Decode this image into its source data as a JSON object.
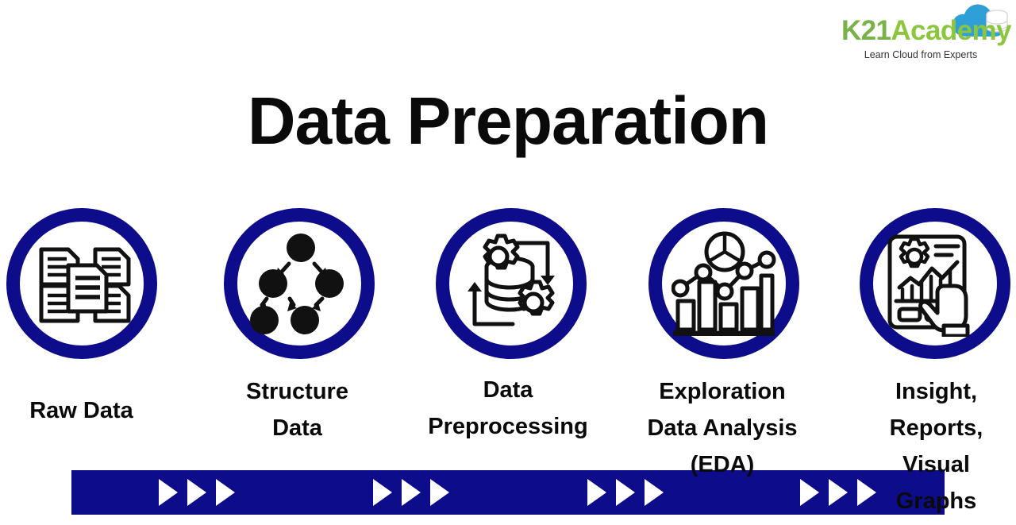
{
  "logo": {
    "brand_primary": "K21",
    "brand_secondary": "Academy",
    "tagline": "Learn Cloud from Experts",
    "green_primary": "#79b247",
    "green_secondary": "#8cc63f",
    "cloud_color": "#2f9fd8"
  },
  "header": {
    "title": "Data Preparation"
  },
  "theme": {
    "navy": "#0d0d8c",
    "icon_stroke": "#111111",
    "background": "#ffffff"
  },
  "pipeline": {
    "connector_arrow_count": 3,
    "stages": [
      {
        "id": "raw-data",
        "label": "Raw Data",
        "icon": "documents-icon"
      },
      {
        "id": "structure-data",
        "label": "Structure\nData",
        "icon": "node-tree-icon"
      },
      {
        "id": "preprocessing",
        "label": "Data\nPreprocessing",
        "icon": "database-gears-icon"
      },
      {
        "id": "eda",
        "label": "Exploration\nData Analysis\n(EDA)",
        "icon": "charts-icon"
      },
      {
        "id": "insight",
        "label": "Insight,\nReports,\nVisual\nGraphs",
        "icon": "report-hand-icon"
      }
    ]
  }
}
